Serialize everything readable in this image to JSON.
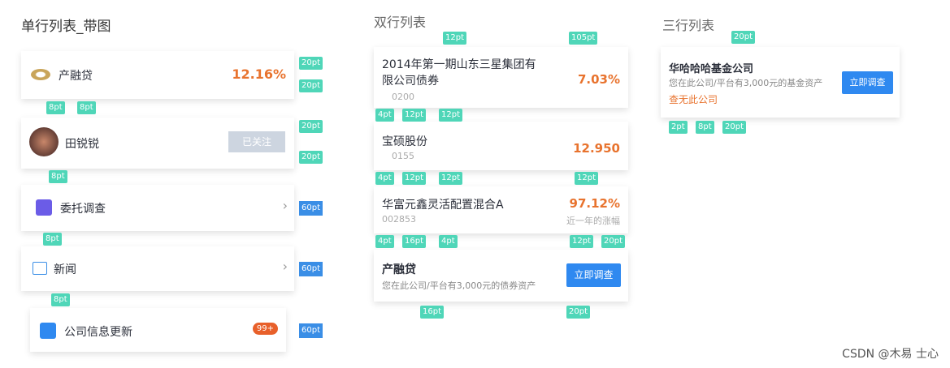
{
  "headings": {
    "single": "单行列表_带图",
    "double": "双行列表",
    "triple": "三行列表"
  },
  "single": [
    {
      "title": "产融贷",
      "value": "12.16%"
    },
    {
      "title": "田锐锐",
      "button": "已关注"
    },
    {
      "title": "委托调查"
    },
    {
      "title": "新闻"
    },
    {
      "title": "公司信息更新",
      "badge": "99+"
    }
  ],
  "double": [
    {
      "title": "2014年第一期山东三星集团有限公司债券",
      "code": "0200",
      "value": "7.03%"
    },
    {
      "title": "宝硕股份",
      "code": "0155",
      "value": "12.950"
    },
    {
      "title": "华富元鑫灵活配置混合A",
      "code": "002853",
      "value": "97.12%",
      "value_label": "近一年的涨幅"
    },
    {
      "title": "产融贷",
      "desc": "您在此公司/平台有3,000元的债券资产",
      "button": "立即调查"
    }
  ],
  "triple": {
    "title": "华哈哈哈基金公司",
    "desc": "您在此公司/平台有3,000元的基金资产",
    "link": "查无此公司",
    "button": "立即调查"
  },
  "annotations": {
    "a8": "8pt",
    "a20": "20pt",
    "a60": "60pt",
    "a12": "12pt",
    "a4": "4pt",
    "a105": "105pt",
    "a16": "16pt",
    "a2": "2pt"
  },
  "watermark": "CSDN @木易 士心",
  "colors": {
    "accent": "#2f89f0",
    "orange": "#e8732e",
    "annotation": "#4fd6b8"
  }
}
